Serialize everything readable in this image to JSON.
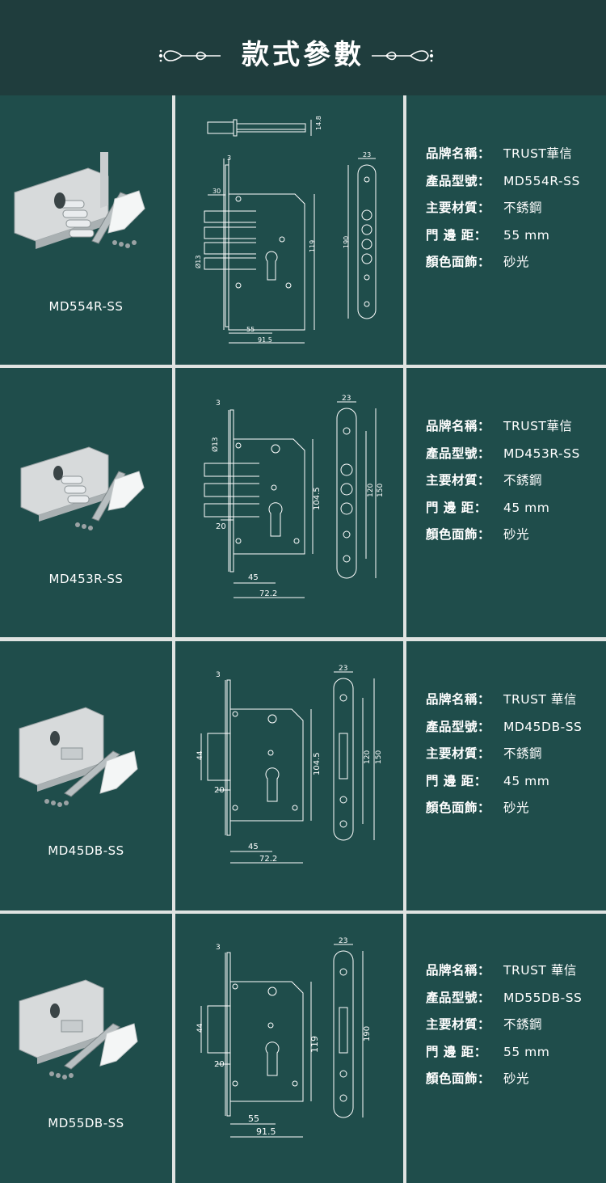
{
  "header": {
    "title": "款式參數"
  },
  "colors": {
    "header_bg": "#1f3d3d",
    "cell_bg": "#1f4d4b",
    "divider": "#dfe3e1",
    "line": "#ffffff"
  },
  "products": [
    {
      "model": "MD554R-SS",
      "dims": {
        "a": "14.8",
        "b": "3",
        "c": "30",
        "d": "23",
        "e": "119",
        "f": "190",
        "g": "Ø13",
        "h": "55",
        "i": "91.5"
      },
      "specs": [
        {
          "key": "品牌名稱：",
          "value": "TRUST華信"
        },
        {
          "key": "產品型號：",
          "value": "MD554R-SS"
        },
        {
          "key": "主要材質：",
          "value": "不銹鋼"
        },
        {
          "key": "門 邊 距：",
          "value": "55  mm"
        },
        {
          "key": "顏色面飾：",
          "value": "砂光"
        }
      ]
    },
    {
      "model": "MD453R-SS",
      "dims": {
        "b": "3",
        "d": "23",
        "g": "Ø13",
        "e": "104.5",
        "f1": "120",
        "f2": "150",
        "c": "20",
        "h": "45",
        "i": "72.2"
      },
      "specs": [
        {
          "key": "品牌名稱：",
          "value": "TRUST華信"
        },
        {
          "key": "產品型號：",
          "value": "MD453R-SS"
        },
        {
          "key": "主要材質：",
          "value": "不銹鋼"
        },
        {
          "key": "門 邊 距：",
          "value": "45  mm"
        },
        {
          "key": "顏色面飾：",
          "value": "砂光"
        }
      ]
    },
    {
      "model": "MD45DB-SS",
      "dims": {
        "b": "3",
        "d": "23",
        "k": "44",
        "e": "104.5",
        "f1": "120",
        "f2": "150",
        "c": "20",
        "h": "45",
        "i": "72.2"
      },
      "specs": [
        {
          "key": "品牌名稱：",
          "value": "TRUST  華信"
        },
        {
          "key": "產品型號：",
          "value": "MD45DB-SS"
        },
        {
          "key": "主要材質：",
          "value": "不銹鋼"
        },
        {
          "key": "門 邊 距：",
          "value": "45  mm"
        },
        {
          "key": "顏色面飾：",
          "value": "砂光"
        }
      ]
    },
    {
      "model": "MD55DB-SS",
      "dims": {
        "b": "3",
        "d": "23",
        "k": "44",
        "e": "119",
        "f": "190",
        "c": "20",
        "h": "55",
        "i": "91.5"
      },
      "specs": [
        {
          "key": "品牌名稱：",
          "value": "TRUST  華信"
        },
        {
          "key": "產品型號：",
          "value": "MD55DB-SS"
        },
        {
          "key": "主要材質：",
          "value": "不銹鋼"
        },
        {
          "key": "門 邊 距：",
          "value": "55  mm"
        },
        {
          "key": "顏色面飾：",
          "value": "砂光"
        }
      ]
    }
  ]
}
